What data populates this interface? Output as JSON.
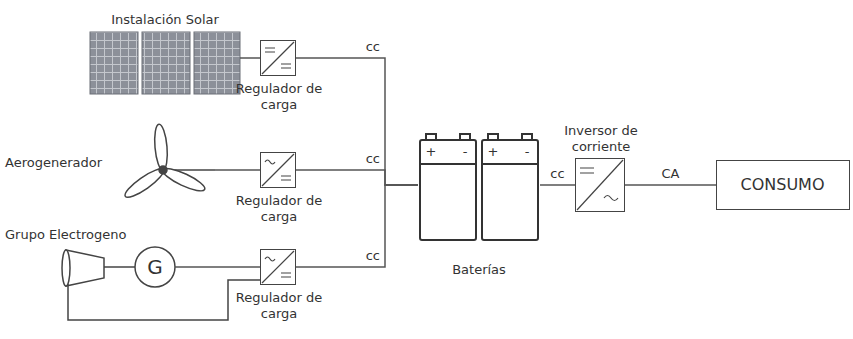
{
  "diagram": {
    "nodes": [
      {
        "text": [
          "Instalación Solar"
        ]
      },
      {
        "text": [
          "Regulador de carga"
        ]
      },
      {
        "text": [
          "Aerogenerador"
        ]
      },
      {
        "text": [
          "Regulador de carga"
        ]
      },
      {
        "text": [
          "Grupo Electrogeno"
        ]
      },
      {
        "text": [
          "Regulador de carga"
        ]
      },
      {
        "text": [
          "Baterías"
        ]
      },
      {
        "text": [
          "Inversor de corriente"
        ]
      },
      {
        "text": [
          "CONSUMO"
        ]
      }
    ],
    "edges": [
      {
        "from": 0,
        "to": 1,
        "arrow": "none"
      },
      {
        "from": 2,
        "to": 3,
        "arrow": "none"
      },
      {
        "from": 4,
        "to": 5,
        "arrow": "none"
      },
      {
        "from": 1,
        "to": 6,
        "label": "cc",
        "arrow": "none"
      },
      {
        "from": 3,
        "to": 6,
        "label": "cc",
        "arrow": "none"
      },
      {
        "from": 5,
        "to": 6,
        "label": "cc",
        "arrow": "none"
      },
      {
        "from": 6,
        "to": 7,
        "label": "cc",
        "arrow": "none"
      },
      {
        "from": 7,
        "to": 8,
        "label": "CA",
        "arrow": "none"
      }
    ],
    "labels": [
      "+",
      "-",
      "+",
      "-",
      "G"
    ]
  }
}
